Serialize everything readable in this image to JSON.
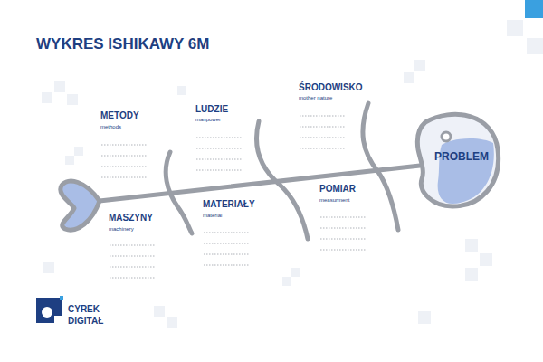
{
  "diagram": {
    "title": "WYKRES ISHIKAWY 6M",
    "nodes": [
      {
        "text": [
          "PROBLEM"
        ]
      }
    ],
    "labels": [
      "METODY",
      "methods",
      "LUDZIE",
      "manpower",
      "ŚRODOWISKO",
      "mother nature",
      "MASZYNY",
      "machinery",
      "MATERIAŁY",
      "material",
      "POMIAR",
      "measurment",
      "CYREK",
      "DIGITAŁ"
    ]
  }
}
